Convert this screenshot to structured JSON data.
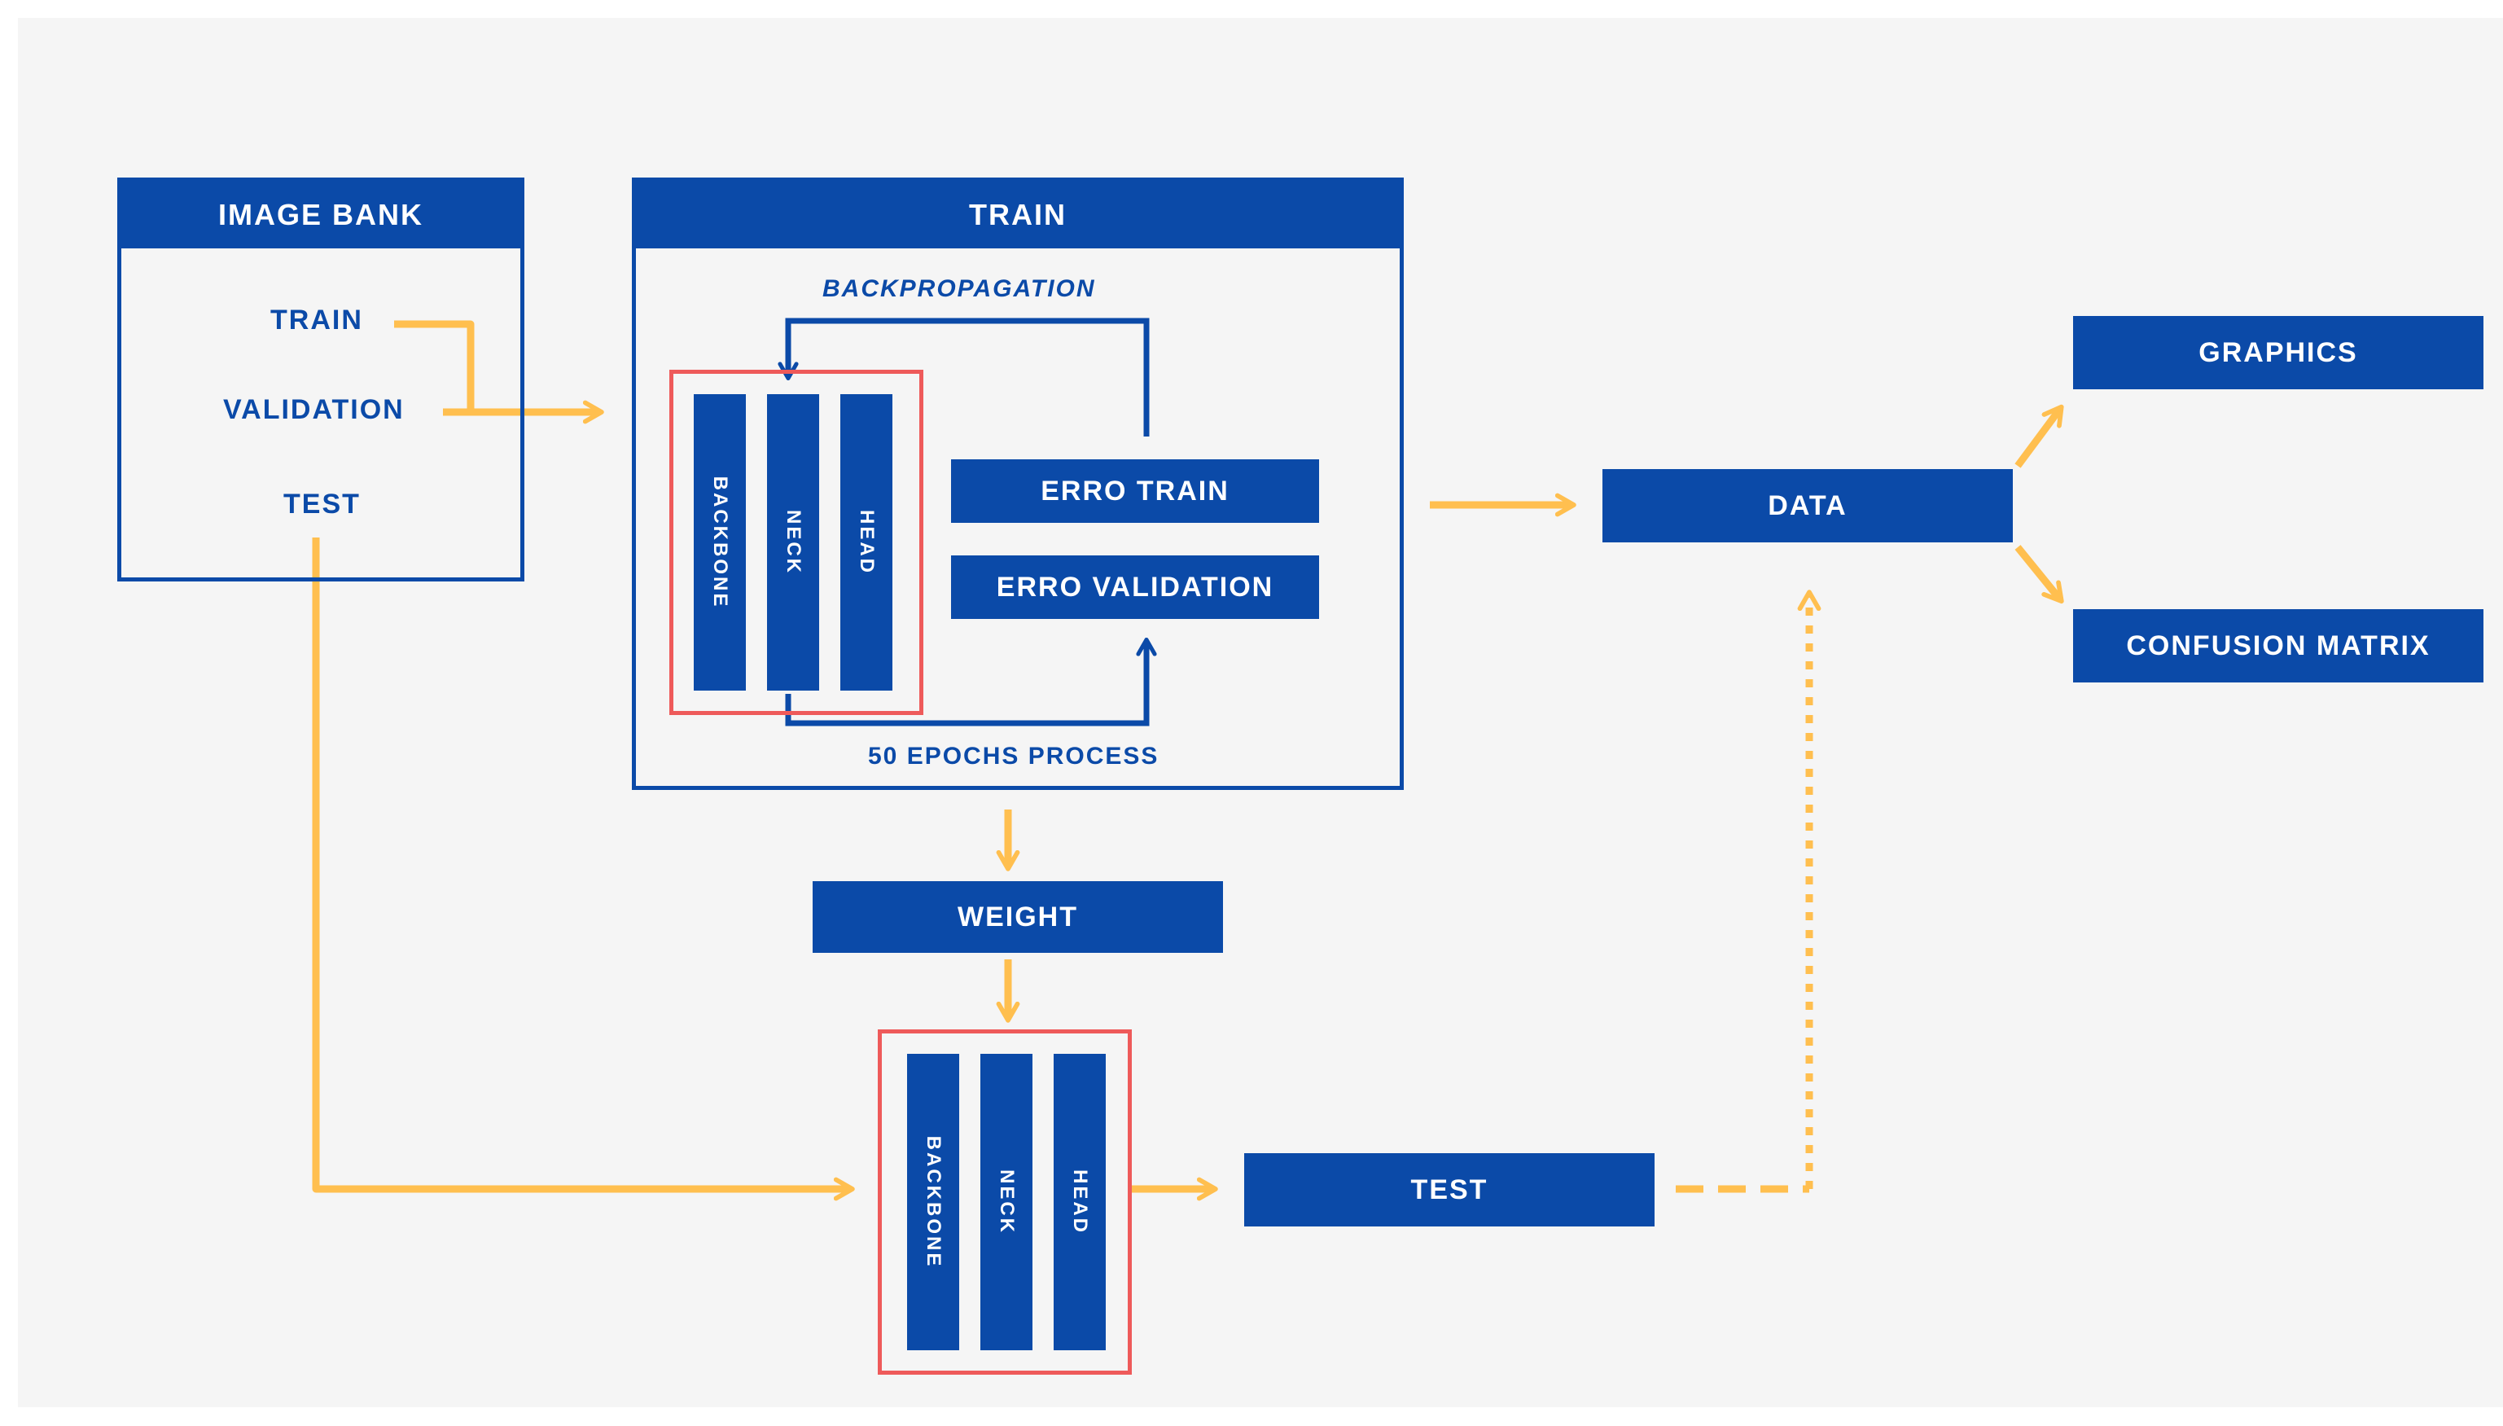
{
  "image_bank": {
    "title": "IMAGE BANK",
    "items": [
      "TRAIN",
      "VALIDATION",
      "TEST"
    ]
  },
  "train": {
    "title": "TRAIN",
    "backpropagation": "BACKPROPAGATION",
    "epochs": "50 EPOCHS PROCESS",
    "erro_train": "ERRO TRAIN",
    "erro_validation": "ERRO VALIDATION"
  },
  "model_parts": [
    "BACKBONE",
    "NECK",
    "HEAD"
  ],
  "weight": "WEIGHT",
  "test": "TEST",
  "data": "DATA",
  "outputs": {
    "graphics": "GRAPHICS",
    "confusion_matrix": "CONFUSION MATRIX"
  },
  "colors": {
    "primary": "#0b4aa8",
    "arrow": "#ffbf4f",
    "frame": "#ee5a5a",
    "background": "#f5f5f5"
  }
}
